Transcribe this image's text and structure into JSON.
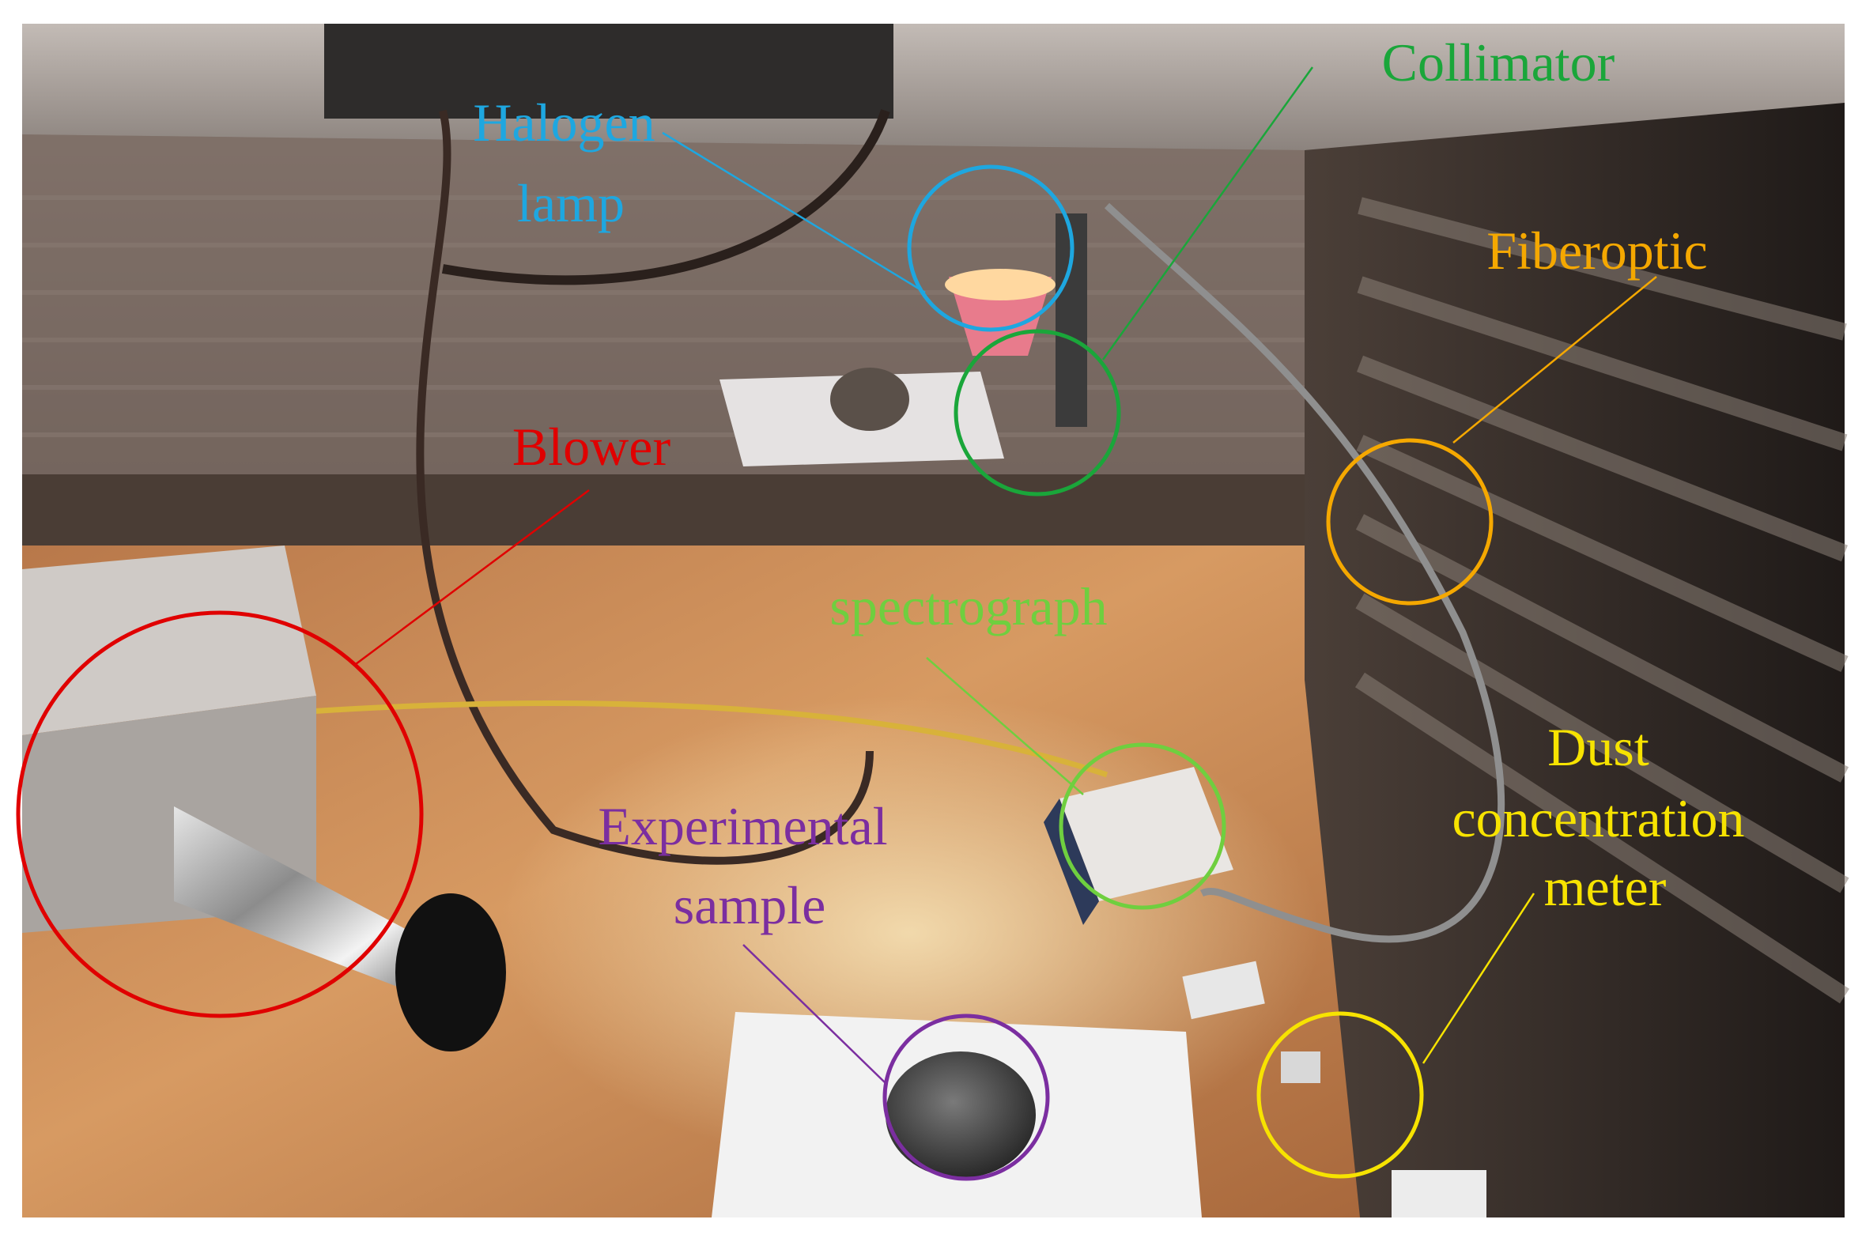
{
  "labels": {
    "halogen_lamp": [
      "Halogen",
      "lamp"
    ],
    "collimator": "Collimator",
    "fiberoptic": "Fiberoptic",
    "blower": "Blower",
    "spectrograph": "spectrograph",
    "experimental_sample": [
      "Experimental",
      "sample"
    ],
    "dust_concentration_meter": [
      "Dust",
      "concentration",
      "meter"
    ]
  },
  "colors": {
    "halogen_lamp": "#1ea7e0",
    "collimator": "#1aa63a",
    "fiberoptic": "#f5a800",
    "blower": "#e00000",
    "spectrograph": "#6fcf3f",
    "experimental_sample": "#7b2ea0",
    "dust_concentration_meter": "#f7e300"
  }
}
